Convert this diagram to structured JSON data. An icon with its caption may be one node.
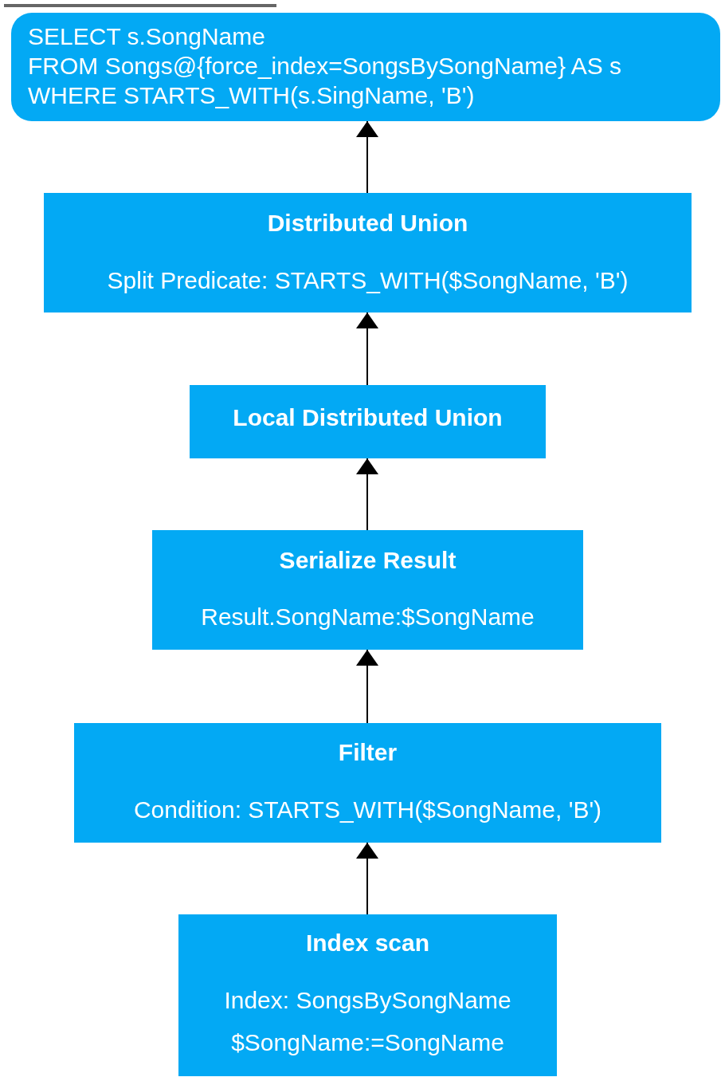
{
  "diagram": {
    "nodes": [
      {
        "text": [
          "SELECT s.SongName",
          "FROM Songs@{force_index=SongsBySongName} AS s",
          "WHERE STARTS_WITH(s.SingName, 'B')"
        ]
      },
      {
        "text": [
          "Distributed Union",
          "Split Predicate: STARTS_WITH($SongName, 'B')"
        ]
      },
      {
        "text": [
          "Local Distributed Union"
        ]
      },
      {
        "text": [
          "Serialize Result",
          "Result.SongName:$SongName"
        ]
      },
      {
        "text": [
          "Filter",
          "Condition: STARTS_WITH($SongName, 'B')"
        ]
      },
      {
        "text": [
          "Index scan",
          "Index: SongsBySongName",
          "$SongName:=SongName"
        ]
      }
    ],
    "edges": [
      {
        "from": 1,
        "to": 0,
        "arrow": "to"
      },
      {
        "from": 2,
        "to": 1,
        "arrow": "to"
      },
      {
        "from": 3,
        "to": 2,
        "arrow": "to"
      },
      {
        "from": 4,
        "to": 3,
        "arrow": "to"
      },
      {
        "from": 5,
        "to": 4,
        "arrow": "to"
      }
    ]
  }
}
